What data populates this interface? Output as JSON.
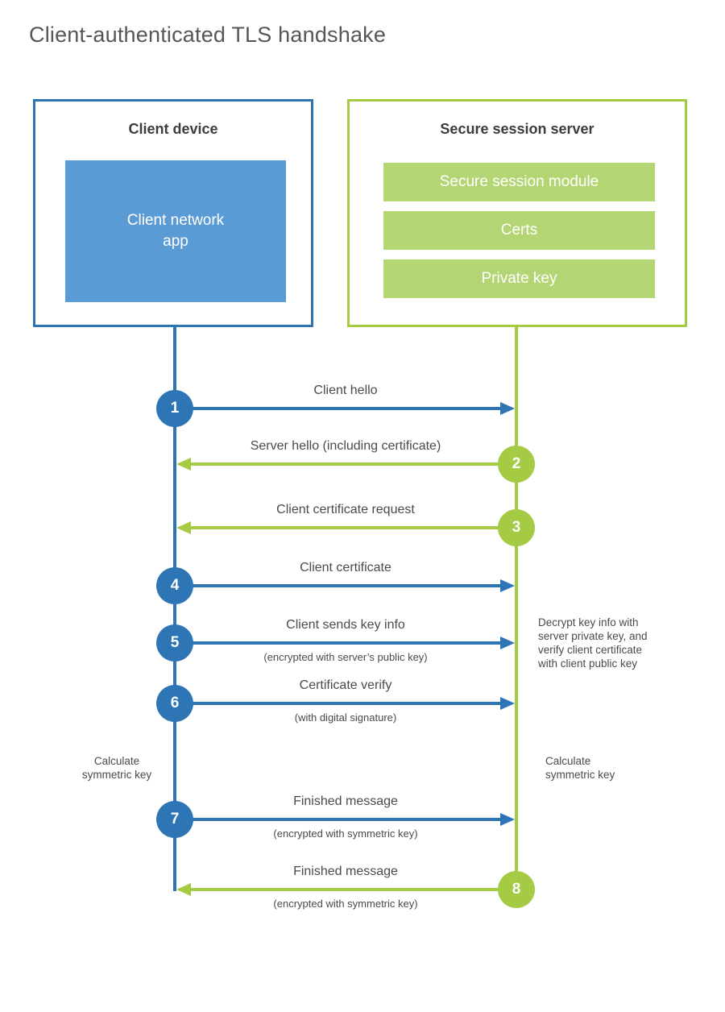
{
  "title": "Client-authenticated TLS handshake",
  "client": {
    "title": "Client device",
    "app_label": "Client network\napp"
  },
  "server": {
    "title": "Secure session server",
    "modules": [
      "Secure session module",
      "Certs",
      "Private key"
    ]
  },
  "steps": [
    {
      "num": "1",
      "from": "client",
      "label": "Client hello",
      "sublabel": ""
    },
    {
      "num": "2",
      "from": "server",
      "label": "Server hello (including certificate)",
      "sublabel": ""
    },
    {
      "num": "3",
      "from": "server",
      "label": "Client certificate request",
      "sublabel": ""
    },
    {
      "num": "4",
      "from": "client",
      "label": "Client certificate",
      "sublabel": ""
    },
    {
      "num": "5",
      "from": "client",
      "label": "Client sends key info",
      "sublabel": "(encrypted with server’s public key)"
    },
    {
      "num": "6",
      "from": "client",
      "label": "Certificate verify",
      "sublabel": "(with digital signature)"
    },
    {
      "num": "7",
      "from": "client",
      "label": "Finished message",
      "sublabel": "(encrypted with symmetric key)"
    },
    {
      "num": "8",
      "from": "server",
      "label": "Finished message",
      "sublabel": "(encrypted with symmetric key)"
    }
  ],
  "annotations": {
    "server_note": "Decrypt key info with\nserver private key, and\nverify client certificate\nwith client public key",
    "client_calc": "Calculate\nsymmetric key",
    "server_calc": "Calculate\nsymmetric key"
  },
  "colors": {
    "blue": "#2E75B6",
    "blue_fill": "#5B9BD5",
    "green": "#A5CB44",
    "green_fill": "#B4D573",
    "text": "#4A4A4A",
    "title": "#55565A"
  }
}
